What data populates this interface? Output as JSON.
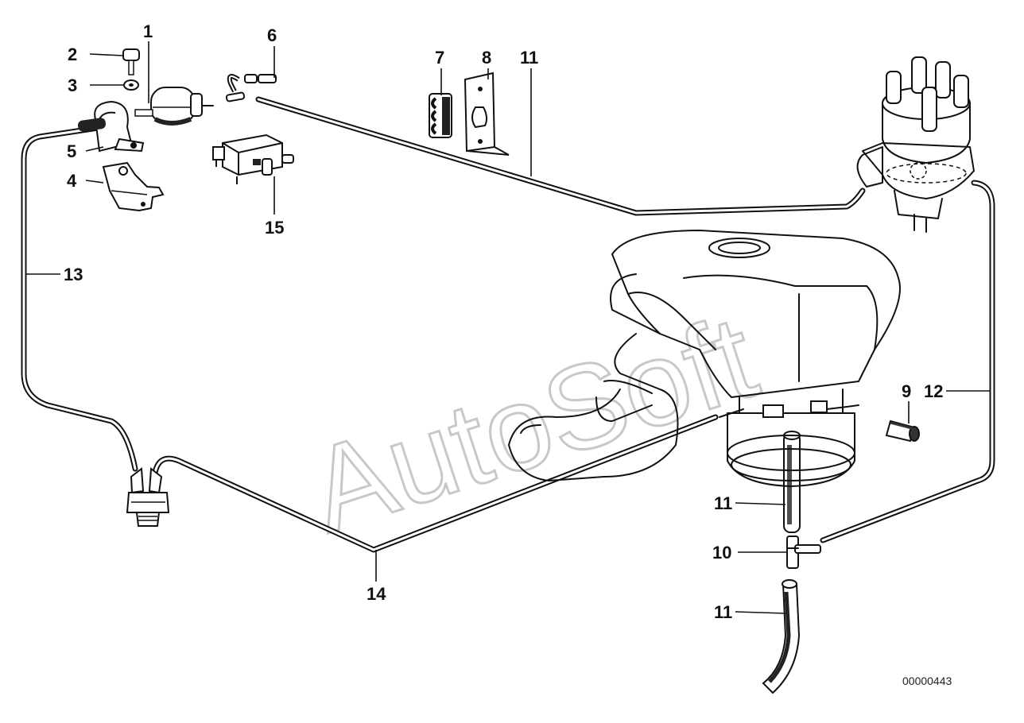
{
  "diagram": {
    "watermark": "AutoSoft",
    "diagram_number": "00000443",
    "labels": {
      "p1": "1",
      "p2": "2",
      "p3": "3",
      "p4": "4",
      "p5": "5",
      "p6": "6",
      "p7": "7",
      "p8": "8",
      "p9": "9",
      "p10": "10",
      "p11a": "11",
      "p11b": "11",
      "p11c": "11",
      "p12": "12",
      "p13": "13",
      "p14": "14",
      "p15": "15"
    }
  }
}
